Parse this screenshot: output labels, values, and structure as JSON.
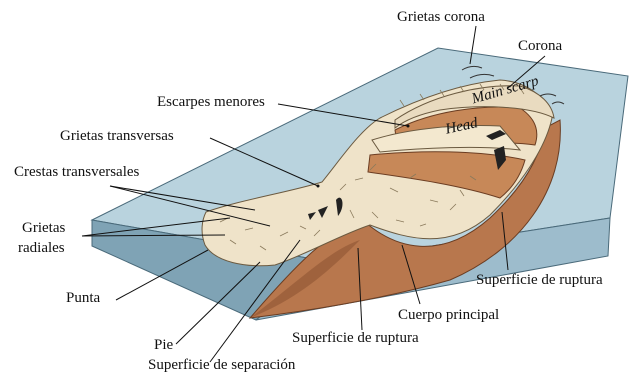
{
  "labels": {
    "grietas_corona": "Grietas corona",
    "corona": "Corona",
    "escarpes_menores": "Escarpes menores",
    "grietas_transversas": "Grietas transversas",
    "crestas_transversales": "Crestas transversales",
    "grietas_radiales_1": "Grietas",
    "grietas_radiales_2": "radiales",
    "punta": "Punta",
    "pie": "Pie",
    "superficie_separacion": "Superficie de separación",
    "superficie_ruptura_bottom": "Superficie de ruptura",
    "cuerpo_principal": "Cuerpo principal",
    "superficie_ruptura_right": "Superficie de ruptura",
    "main_scarp": "Main scarp",
    "head": "Head"
  },
  "colors": {
    "slope_top": "#b9d3de",
    "slope_front": "#7fa3b5",
    "slope_side": "#9dbccc",
    "rupture_body": "#b8774d",
    "rupture_dark": "#8e5533",
    "deposit": "#efe3c9",
    "head_block": "#c78858"
  }
}
